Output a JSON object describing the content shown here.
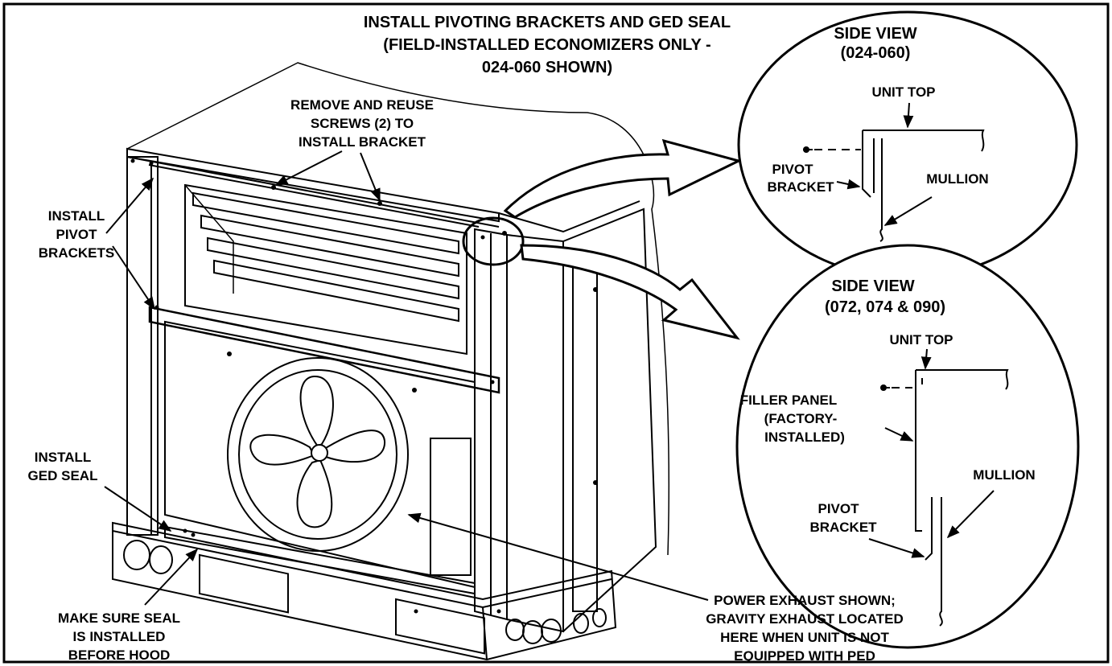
{
  "title": {
    "line1": "INSTALL PIVOTING BRACKETS AND GED SEAL",
    "line2": "(FIELD-INSTALLED ECONOMIZERS ONLY -",
    "line3": "024-060 SHOWN)"
  },
  "callouts": {
    "remove_screws": [
      "REMOVE AND REUSE",
      "SCREWS (2) TO",
      "INSTALL BRACKET"
    ],
    "install_pivot": [
      "INSTALL",
      "PIVOT",
      "BRACKETS"
    ],
    "install_ged": [
      "INSTALL",
      "GED SEAL"
    ],
    "make_sure": [
      "MAKE SURE SEAL",
      "IS INSTALLED",
      "BEFORE HOOD"
    ],
    "power_exhaust": [
      "POWER EXHAUST SHOWN;",
      "GRAVITY EXHAUST LOCATED",
      "HERE WHEN UNIT IS NOT",
      "EQUIPPED WITH PED"
    ]
  },
  "detail_top": {
    "title": "SIDE VIEW",
    "subtitle": "(024-060)",
    "unit_top": "UNIT TOP",
    "pivot": "PIVOT",
    "bracket": "BRACKET",
    "mullion": "MULLION"
  },
  "detail_bottom": {
    "title": "SIDE VIEW",
    "subtitle": "(072, 074 & 090)",
    "unit_top": "UNIT TOP",
    "filler": [
      "FILLER PANEL",
      "(FACTORY-",
      "INSTALLED)"
    ],
    "pivot": "PIVOT",
    "bracket": "BRACKET",
    "mullion": "MULLION"
  }
}
